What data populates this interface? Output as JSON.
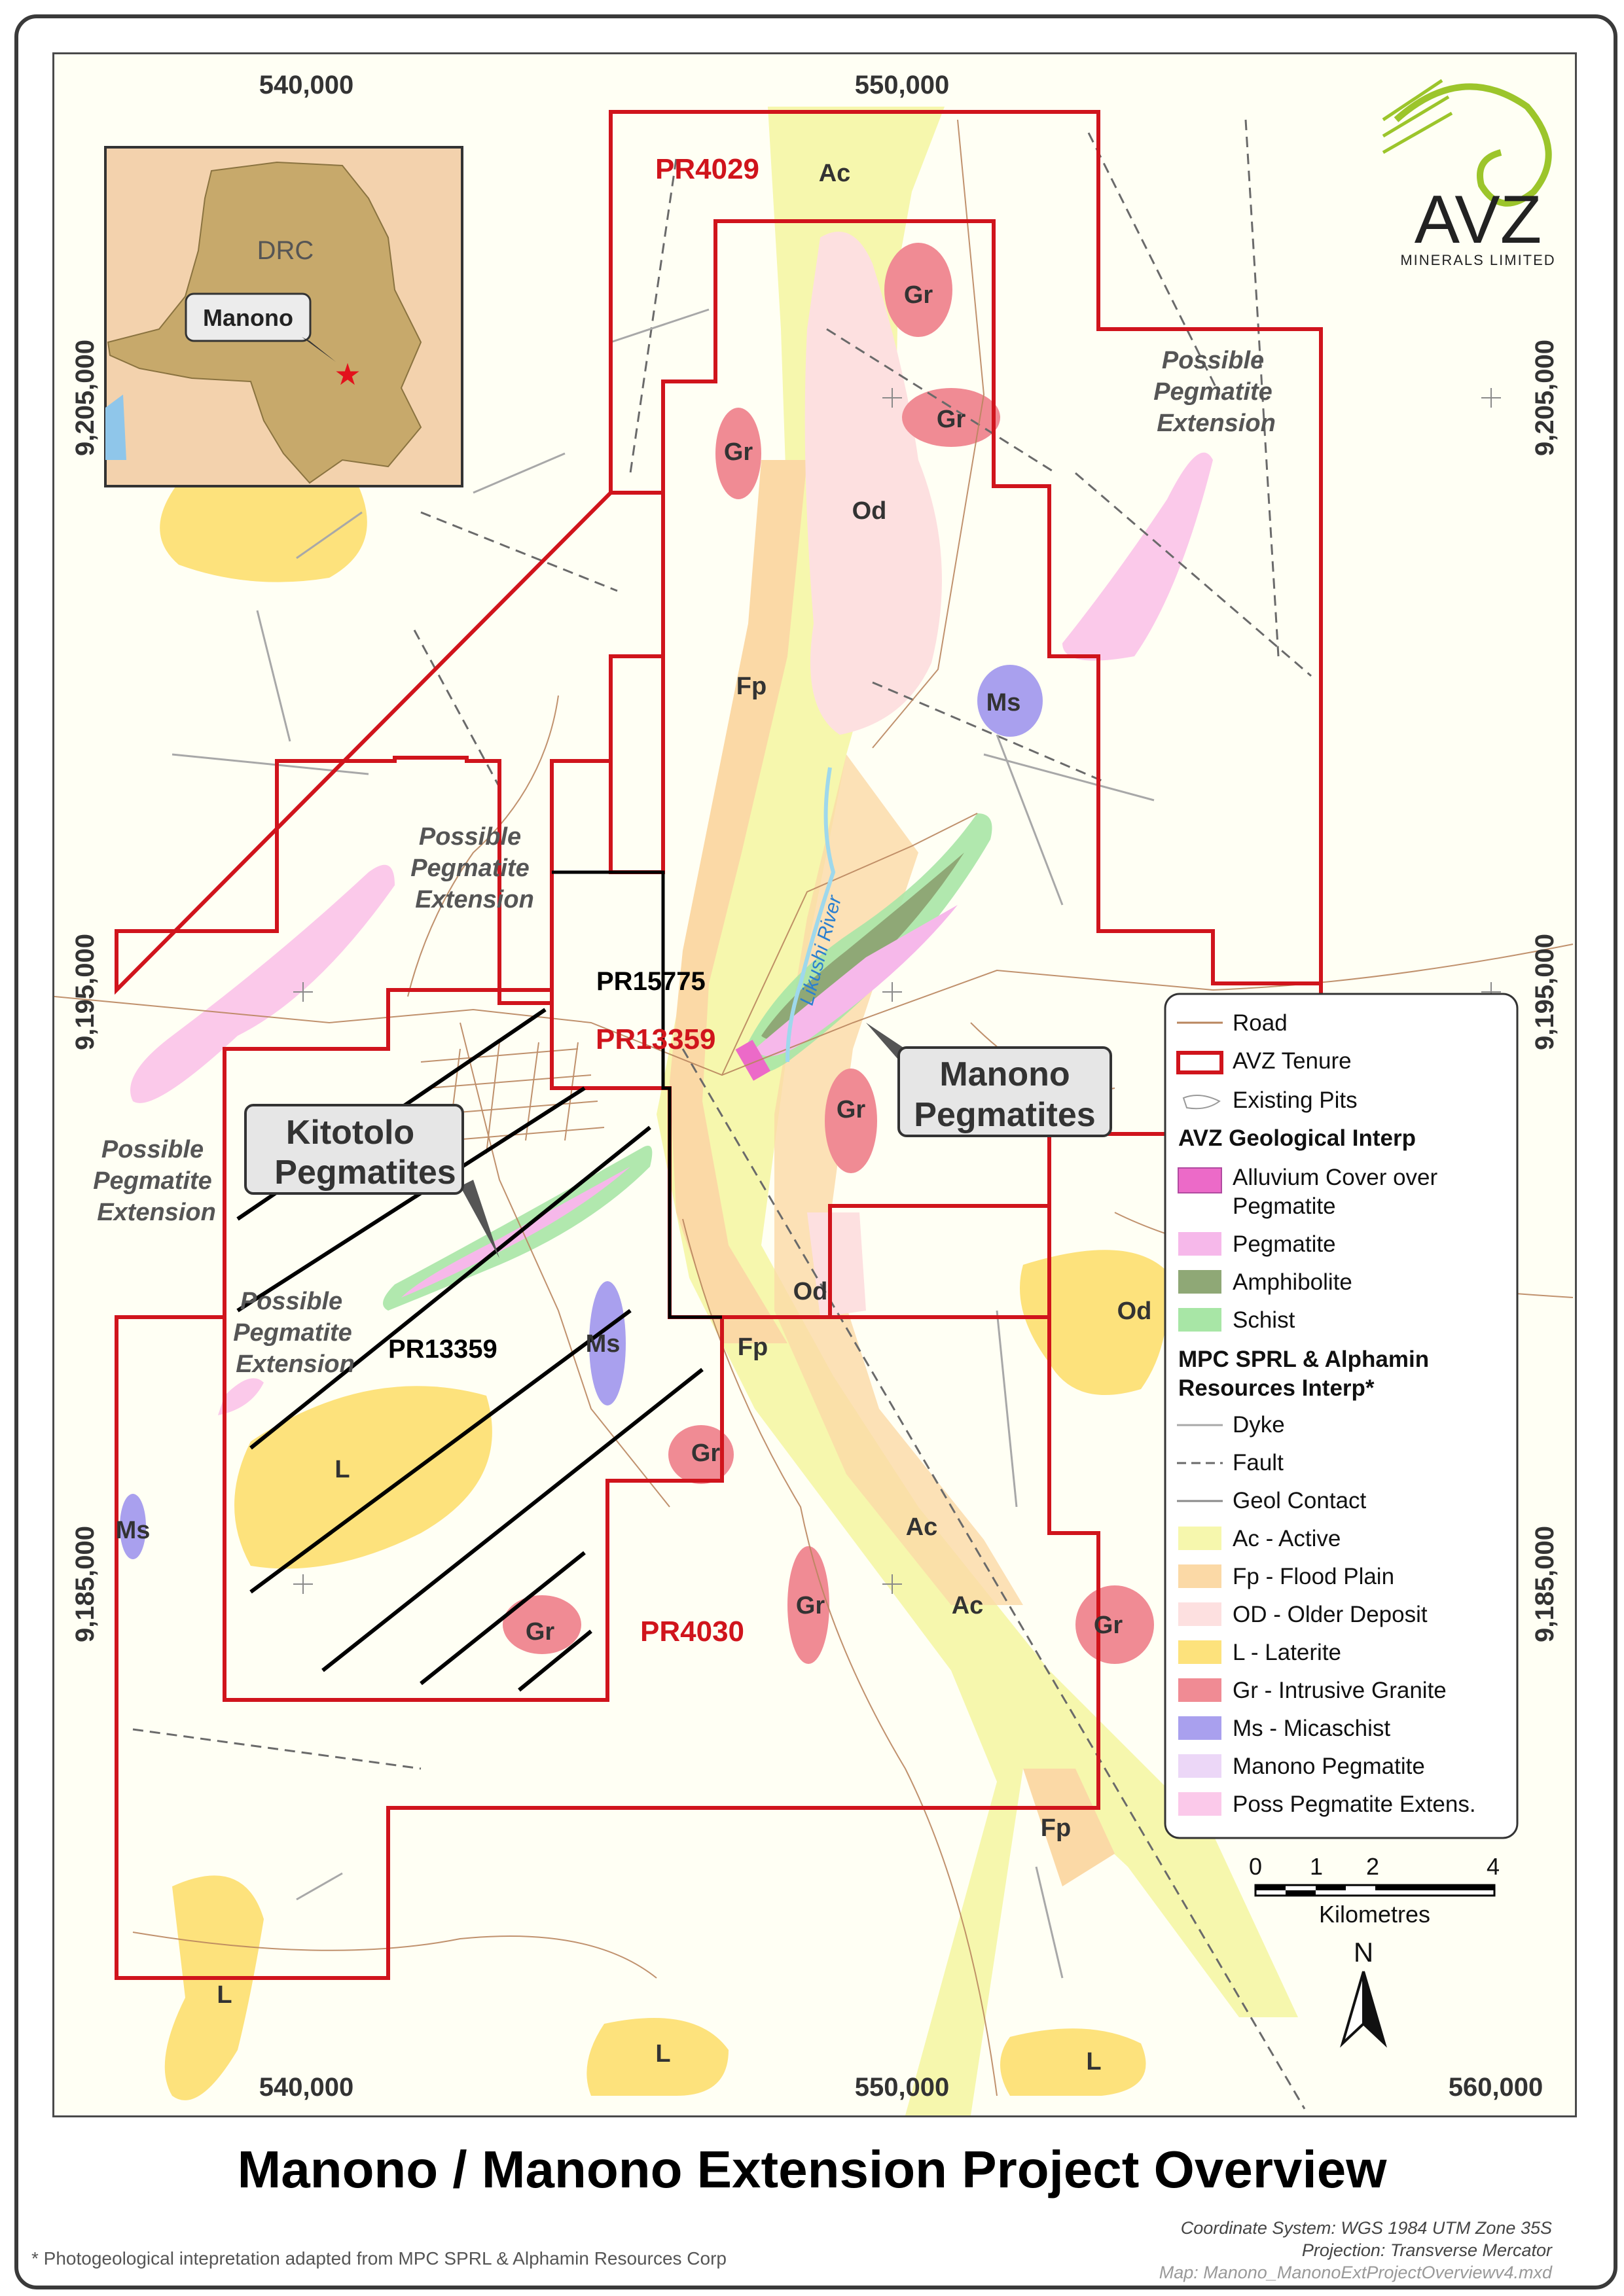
{
  "title": "Manono / Manono Extension Project Overview",
  "footnote": "* Photogeological intepretation adapted from MPC SPRL & Alphamin Resources Corp",
  "coord_info": {
    "system": "Coordinate System: WGS 1984 UTM Zone 35S",
    "projection": "Projection: Transverse Mercator",
    "map_file": "Map: Manono_ManonoExtProjectOverviewv4.mxd"
  },
  "grid_labels": {
    "x_top": [
      "540,000",
      "550,000"
    ],
    "x_bottom": [
      "540,000",
      "550,000",
      "560,000"
    ],
    "y_left": [
      "9,205,000",
      "9,195,000",
      "9,185,000"
    ],
    "y_right": [
      "9,205,000",
      "9,195,000",
      "9,185,000"
    ]
  },
  "logo": {
    "name": "AVZ",
    "sub": "MINERALS LIMITED"
  },
  "inset": {
    "country": "DRC",
    "site": "Manono"
  },
  "tenements": [
    "PR4029",
    "PR13359",
    "PR15775",
    "PR13359",
    "PR4030"
  ],
  "callouts": {
    "manono": [
      "Manono",
      "Pegmatites"
    ],
    "kitotolo": [
      "Kitotolo",
      "Pegmatites"
    ]
  },
  "extension_labels": {
    "line1": "Possible",
    "line2": "Pegmatite",
    "line3": "Extension"
  },
  "river": "Likushi River",
  "geo_codes": {
    "ac": "Ac",
    "fp": "Fp",
    "od": "Od",
    "gr": "Gr",
    "ms": "Ms",
    "l": "L"
  },
  "legend": {
    "road": "Road",
    "tenure": "AVZ Tenure",
    "pits": "Existing Pits",
    "avz_header": "AVZ Geological Interp",
    "alluvium": "Alluvium Cover over",
    "alluvium2": "Pegmatite",
    "pegmatite": "Pegmatite",
    "amphibolite": "Amphibolite",
    "schist": "Schist",
    "mpc_header": "MPC SPRL & Alphamin",
    "mpc_header2": "Resources Interp*",
    "dyke": "Dyke",
    "fault": "Fault",
    "contact": "Geol Contact",
    "ac": "Ac - Active",
    "fp": "Fp - Flood Plain",
    "od": "OD - Older Deposit",
    "l": "L - Laterite",
    "gr": "Gr - Intrusive Granite",
    "ms": "Ms - Micaschist",
    "mp": "Manono Pegmatite",
    "pp": "Poss Pegmatite Extens."
  },
  "scale": {
    "ticks": [
      "0",
      "1",
      "2",
      "4"
    ],
    "unit": "Kilometres"
  },
  "north": "N",
  "colors": {
    "active": "#f6f7ad",
    "flood_plain": "#fbd9a6",
    "older_deposit": "#fde0e0",
    "laterite": "#fde27c",
    "granite": "#f08b94",
    "micaschist": "#a9a0ee",
    "manono_pegmatite": "#ecd7f7",
    "poss_extension": "#fbc9ea",
    "tenure": "#d0141c",
    "road": "#b9855e"
  }
}
